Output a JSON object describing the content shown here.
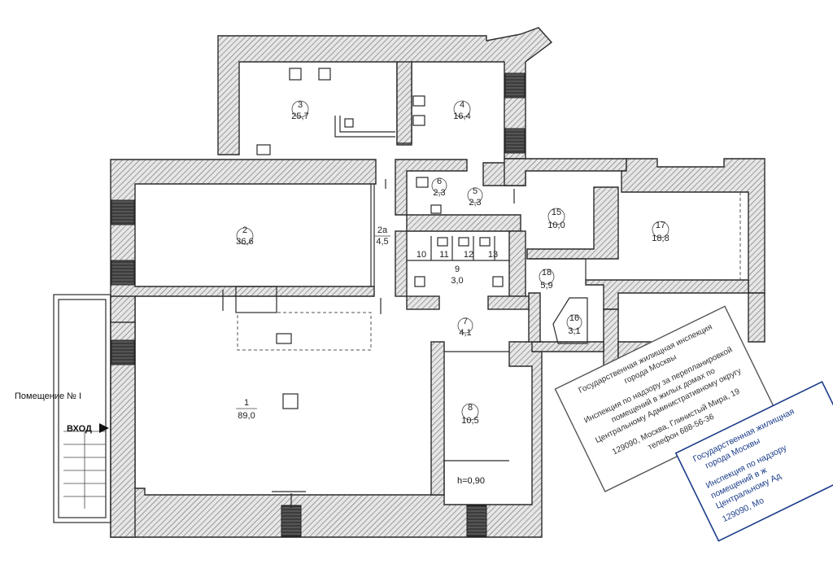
{
  "labels": {
    "premises": "Помещение № I",
    "entrance": "ВХОД",
    "height": "h=0,90"
  },
  "rooms": [
    {
      "id": "1",
      "area": "89,0"
    },
    {
      "id": "2",
      "area": "36,6"
    },
    {
      "id": "2а",
      "area": "4,5"
    },
    {
      "id": "3",
      "area": "25,7"
    },
    {
      "id": "4",
      "area": "16,4"
    },
    {
      "id": "5",
      "area": "2,3"
    },
    {
      "id": "6",
      "area": "2,3"
    },
    {
      "id": "7",
      "area": "4,1"
    },
    {
      "id": "8",
      "area": "10,5"
    },
    {
      "id": "9",
      "area": "3,0"
    },
    {
      "id": "10",
      "area": ""
    },
    {
      "id": "11",
      "area": ""
    },
    {
      "id": "12",
      "area": ""
    },
    {
      "id": "13",
      "area": ""
    },
    {
      "id": "15",
      "area": "10,0"
    },
    {
      "id": "16",
      "area": "3,1"
    },
    {
      "id": "17",
      "area": "18,8"
    },
    {
      "id": "18",
      "area": "5,9"
    }
  ],
  "stamp_gray": {
    "line1": "Государственная жилищная инспекция",
    "line2": "города Москвы",
    "line3": "Инспекция по надзору за перепланировкой",
    "line4": "помещений в жилых домах по",
    "line5": "Центральному Административному округу",
    "line6": "129090, Москва, Глинистый Мира, 19",
    "line7": "телефон 688-56-36"
  },
  "stamp_blue": {
    "line1": "Государственная жилищная",
    "line2": "города Москвы",
    "line3": "Инспекция по надзору",
    "line4": "помещений в ж",
    "line5": "Центральному Ад",
    "line6": "129090, Мо"
  },
  "colors": {
    "wall_hatch": "#6a6a6a",
    "blue_stamp": "#1b3c8a"
  }
}
